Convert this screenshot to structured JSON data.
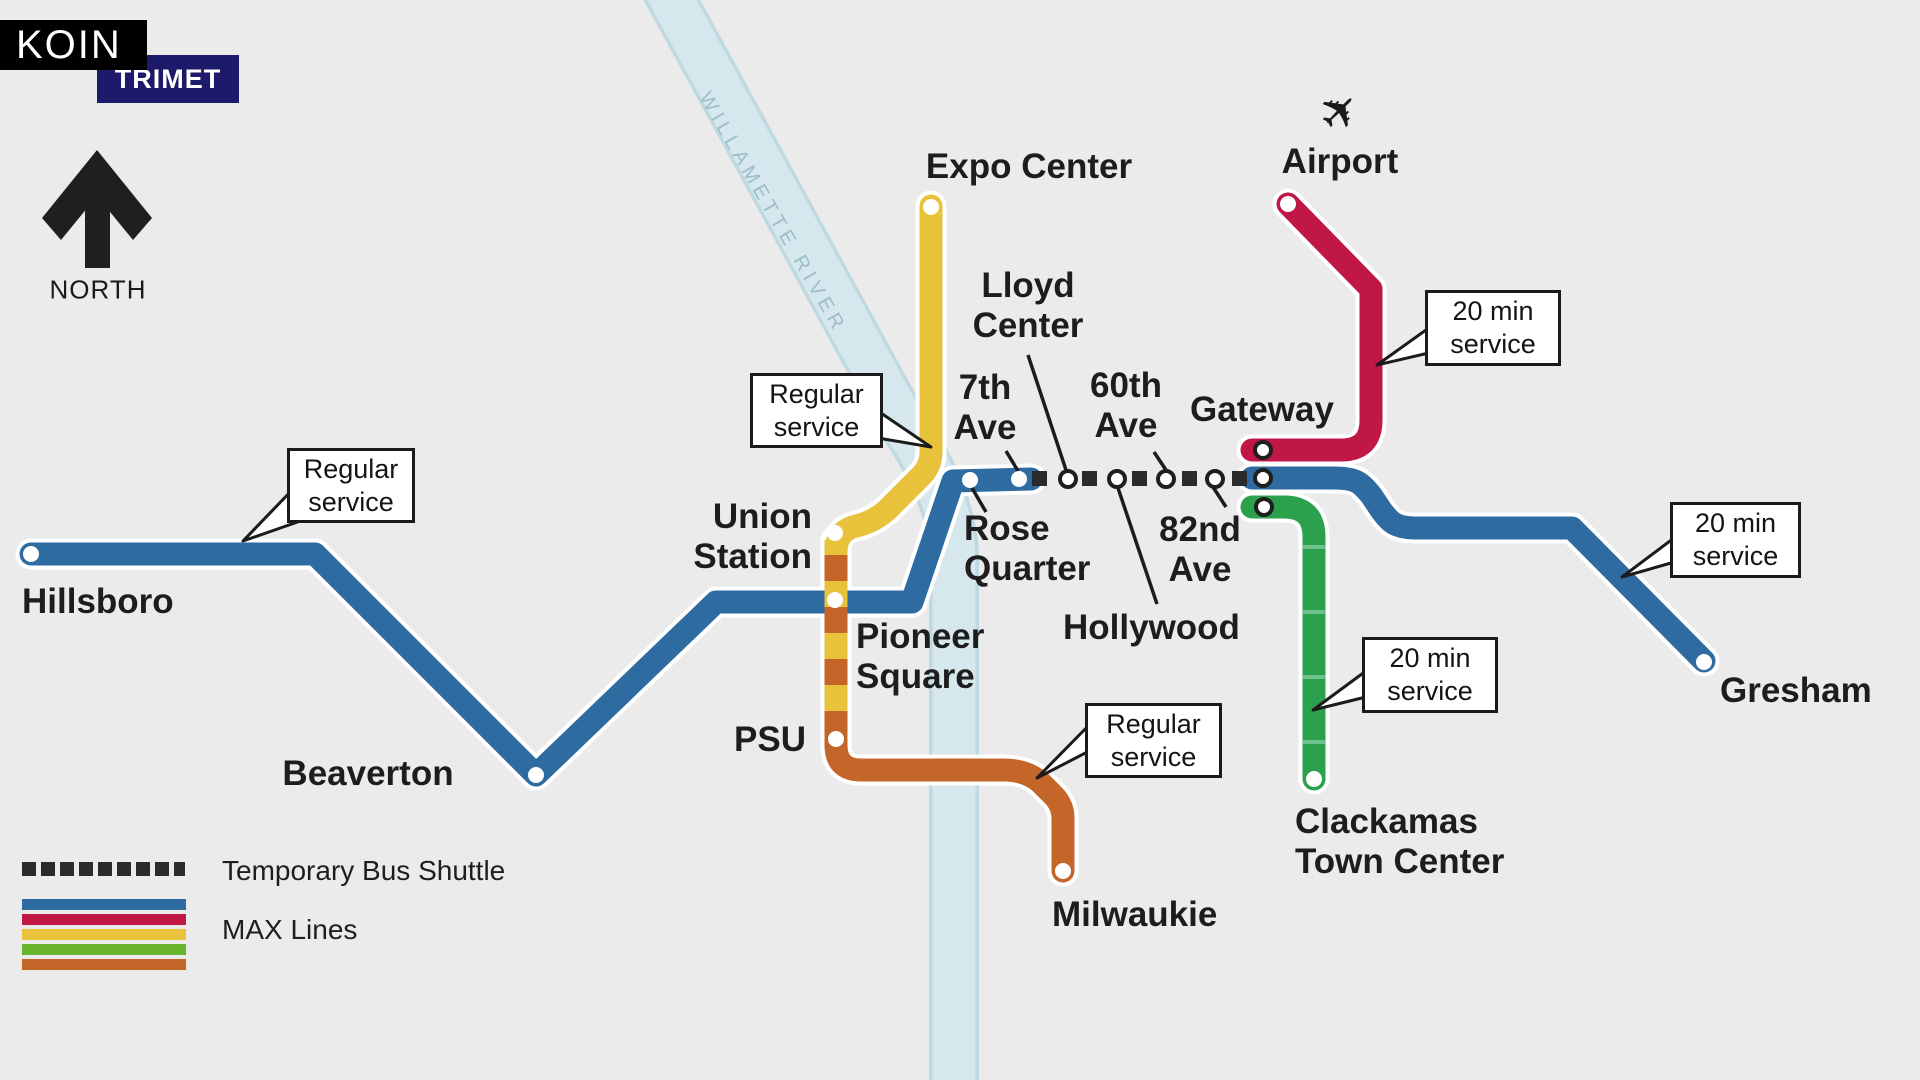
{
  "colors": {
    "bg": "#ebebeb",
    "ink": "#1d1d1d",
    "blue": "#2e6ba0",
    "red": "#c01747",
    "yellow": "#e9c23c",
    "orange": "#c4662a",
    "green": "#2ba14e",
    "lime": "#6ab32f",
    "greenTick": "#6fc18e",
    "river": "#d6e8ed",
    "riverEdge": "#bed9e0",
    "riverText": "#9cbec8",
    "shuttle": "#2b2b2b",
    "trimetBlue": "#1d1a69"
  },
  "branding": {
    "koin": "KOIN",
    "trimet": "TRIMET"
  },
  "compass": {
    "label": "NORTH"
  },
  "river": {
    "label": "WILLAMETTE RIVER"
  },
  "stations": [
    {
      "id": "expo-center",
      "label": "Expo Center"
    },
    {
      "id": "airport",
      "label": "Airport"
    },
    {
      "id": "lloyd-center",
      "label": "Lloyd\nCenter"
    },
    {
      "id": "7th-ave",
      "label": "7th\nAve"
    },
    {
      "id": "60th-ave",
      "label": "60th\nAve"
    },
    {
      "id": "gateway",
      "label": "Gateway"
    },
    {
      "id": "rose-quarter",
      "label": "Rose\nQuarter"
    },
    {
      "id": "82nd-ave",
      "label": "82nd\nAve"
    },
    {
      "id": "hollywood",
      "label": "Hollywood"
    },
    {
      "id": "union-station",
      "label": "Union\nStation"
    },
    {
      "id": "pioneer-square",
      "label": "Pioneer\nSquare"
    },
    {
      "id": "psu",
      "label": "PSU"
    },
    {
      "id": "hillsboro",
      "label": "Hillsboro"
    },
    {
      "id": "beaverton",
      "label": "Beaverton"
    },
    {
      "id": "milwaukie",
      "label": "Milwaukie"
    },
    {
      "id": "gresham",
      "label": "Gresham"
    },
    {
      "id": "clackamas-town-center",
      "label": "Clackamas\nTown Center"
    }
  ],
  "callouts": [
    {
      "id": "hillsboro-line",
      "text": "Regular\nservice"
    },
    {
      "id": "yellow-line",
      "text": "Regular\nservice"
    },
    {
      "id": "milwaukie-line",
      "text": "Regular\nservice"
    },
    {
      "id": "airport-line",
      "text": "20 min\nservice"
    },
    {
      "id": "gresham-line",
      "text": "20 min\nservice"
    },
    {
      "id": "clackamas-line",
      "text": "20 min\nservice"
    }
  ],
  "legend": {
    "shuttle_label": "Temporary Bus Shuttle",
    "max_label": "MAX Lines"
  }
}
